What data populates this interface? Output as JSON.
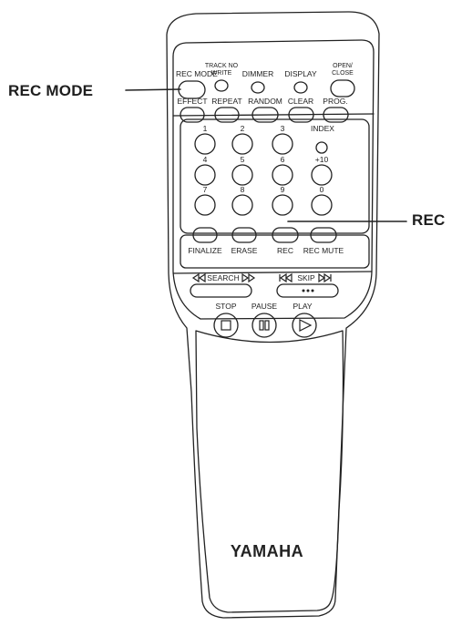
{
  "callouts": {
    "rec_mode": "REC MODE",
    "rec": "REC"
  },
  "remote": {
    "brand": "YAMAHA",
    "top_row": {
      "rec_mode": "REC MODE",
      "track_no_write": [
        "TRACK NO",
        "WRITE"
      ],
      "dimmer": "DIMMER",
      "display": "DISPLAY",
      "open_close": [
        "OPEN/",
        "CLOSE"
      ]
    },
    "second_row": {
      "effect": "EFFECT",
      "repeat": "REPEAT",
      "random": "RANDOM",
      "clear": "CLEAR",
      "prog": "PROG."
    },
    "keypad": {
      "digits": [
        "1",
        "2",
        "3",
        "4",
        "5",
        "6",
        "7",
        "8",
        "9",
        "0"
      ],
      "index": "INDEX",
      "plus10": "+10"
    },
    "rec_row": {
      "finalize": "FINALIZE",
      "erase": "ERASE",
      "rec": "REC",
      "rec_mute": "REC MUTE"
    },
    "transport": {
      "search": "SEARCH",
      "skip": "SKIP",
      "stop": "STOP",
      "pause": "PAUSE",
      "play": "PLAY"
    }
  },
  "colors": {
    "line": "#222222",
    "body_fill": "#ffffff",
    "text": "#1e1e1e"
  }
}
